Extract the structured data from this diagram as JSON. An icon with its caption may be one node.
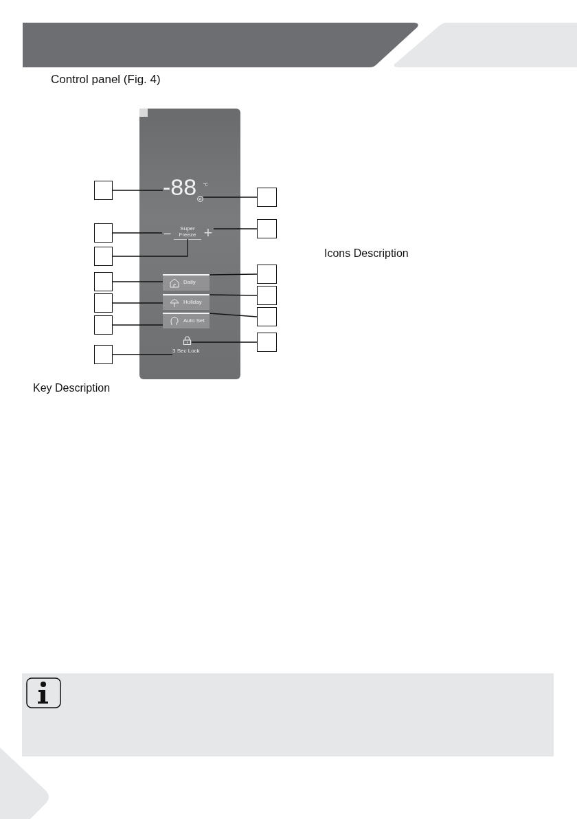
{
  "diagram": {
    "title": "Control panel (Fig. 4)",
    "nodes": [
      {
        "text": [],
        "shape": "box"
      },
      {
        "text": [
          "-88",
          "℃"
        ],
        "in": 0
      },
      {
        "text": [],
        "shape": "circle",
        "in": 0
      },
      {
        "text": [
          "−"
        ],
        "in": 0
      },
      {
        "text": [
          "+"
        ],
        "in": 0
      },
      {
        "text": [
          "Super Freeze"
        ],
        "in": 0
      },
      {
        "text": [
          "Daily"
        ],
        "in": 0
      },
      {
        "text": [
          "Holiday"
        ],
        "in": 0
      },
      {
        "text": [
          "Auto Set"
        ],
        "in": 0
      },
      {
        "text": [],
        "shape": "picture",
        "in": 0
      },
      {
        "text": [
          "3 Sec Lock"
        ],
        "in": 0
      },
      {
        "text": [],
        "shape": "box"
      },
      {
        "text": [],
        "shape": "box"
      },
      {
        "text": [],
        "shape": "box"
      },
      {
        "text": [],
        "shape": "box"
      },
      {
        "text": [],
        "shape": "box"
      },
      {
        "text": [],
        "shape": "box"
      },
      {
        "text": [],
        "shape": "box"
      },
      {
        "text": [],
        "shape": "box"
      },
      {
        "text": [],
        "shape": "box"
      },
      {
        "text": [],
        "shape": "box"
      },
      {
        "text": [],
        "shape": "box"
      },
      {
        "text": [],
        "shape": "box"
      },
      {
        "text": [],
        "shape": "box"
      }
    ],
    "edges": [
      {
        "from": 11,
        "to": 1,
        "arrow": "none"
      },
      {
        "from": 12,
        "to": 3,
        "arrow": "none"
      },
      {
        "from": 13,
        "to": 5,
        "arrow": "none"
      },
      {
        "from": 14,
        "to": 6,
        "arrow": "none"
      },
      {
        "from": 15,
        "to": 7,
        "arrow": "none"
      },
      {
        "from": 16,
        "to": 8,
        "arrow": "none"
      },
      {
        "from": 17,
        "to": 10,
        "arrow": "none"
      },
      {
        "from": 18,
        "to": 2,
        "arrow": "none"
      },
      {
        "from": 19,
        "to": 4,
        "arrow": "none"
      },
      {
        "from": 20,
        "to": 6,
        "arrow": "none"
      },
      {
        "from": 21,
        "to": 7,
        "arrow": "none"
      },
      {
        "from": 22,
        "to": 8,
        "arrow": "none"
      },
      {
        "from": 23,
        "to": 9,
        "arrow": "none"
      }
    ],
    "labels": [
      "Icons Description",
      "Key Description"
    ]
  }
}
